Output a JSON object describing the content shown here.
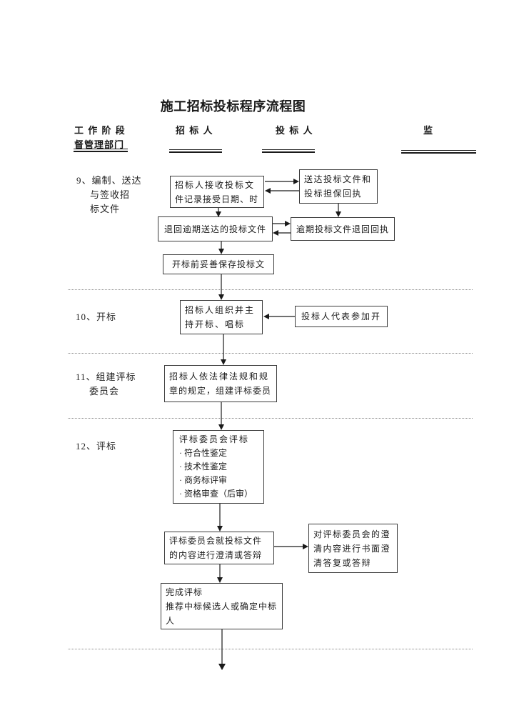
{
  "title": "施工招标投标程序流程图",
  "columns": {
    "c1a": "工 作 阶 段",
    "c1b": "督管理部门",
    "c2": "招  标  人",
    "c3": "投  标  人",
    "c4": "监"
  },
  "stages": {
    "s9l1": "9、编制、送达",
    "s9l2": "与签收招",
    "s9l3": "标文件",
    "s10": "10、开标",
    "s11l1": "11、组建评标",
    "s11l2": "委员会",
    "s12": "12、评标"
  },
  "boxes": {
    "receive": {
      "l1": "招标人接收投标文",
      "l2": "件记录接受日期、时"
    },
    "deliver": {
      "l1": "送达投标文件和",
      "l2": "投标担保回执"
    },
    "return_late": {
      "l1": "退回逾期送达的投标文件"
    },
    "late_receipt": {
      "l1": "逾期投标文件退回回执"
    },
    "keep": {
      "l1": "开标前妥善保存投标文"
    },
    "open": {
      "l1": "招标人组织并主",
      "l2": "持开标、唱标"
    },
    "attend": {
      "l1": "投标人代表参加开"
    },
    "committee": {
      "l1": "招标人依法律法规和规",
      "l2": "章的规定，组建评标委员"
    },
    "evaluate": {
      "title": "评标委员会评标",
      "i1": "· 符合性鉴定",
      "i2": "· 技术性鉴定",
      "i3": "· 商务标评审",
      "i4": "· 资格审查（后审）"
    },
    "clarify": {
      "l1": "评标委员会就投标文件",
      "l2": "的内容进行澄清或答辩"
    },
    "reply": {
      "l1": "对评标委员会的澄",
      "l2": "清内容进行书面澄",
      "l3": "清答复或答辩"
    },
    "complete": {
      "l1": "完成评标",
      "l2": "推荐中标候选人或确定中标",
      "l3": "人"
    }
  },
  "colors": {
    "ink": "#1a1a1a",
    "box_border": "#3c3c3c",
    "divider": "#8a8a8a"
  }
}
